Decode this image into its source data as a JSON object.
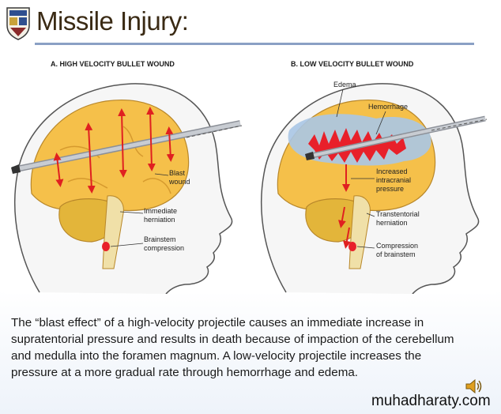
{
  "slide": {
    "title": "Missile Injury:",
    "watermark": "muhadharaty.com",
    "caption": "The “blast effect” of a high-velocity projectile causes an immediate increase in supratentorial pressure and results in death because of impaction of the cerebellum and medulla into the foramen magnum.  A low-velocity projectile increases the pressure at a more gradual rate through hemorrhage and edema."
  },
  "icons": {
    "crest": "university-crest-icon",
    "speaker": "speaker-icon"
  },
  "colors": {
    "brain": "#f5c04a",
    "cerebellum": "#e3b53a",
    "edema": "#aac6e6",
    "hemorrhage": "#e8202a",
    "bullet": "#b8bcc4"
  },
  "panel_a": {
    "heading": "A. HIGH VELOCITY BULLET WOUND",
    "labels": {
      "blast1": "Blast",
      "blast2": "wound",
      "herniation1": "Immediate",
      "herniation2": "herniation",
      "brainstem1": "Brainstem",
      "brainstem2": "compression"
    }
  },
  "panel_b": {
    "heading": "B. LOW VELOCITY BULLET WOUND",
    "labels": {
      "edema": "Edema",
      "hemorrhage": "Hemorrhage",
      "pressure1": "Increased",
      "pressure2": "intracranial",
      "pressure3": "pressure",
      "transtentorial1": "Transtentorial",
      "transtentorial2": "herniation",
      "compression1": "Compression",
      "compression2": "of brainstem"
    }
  }
}
